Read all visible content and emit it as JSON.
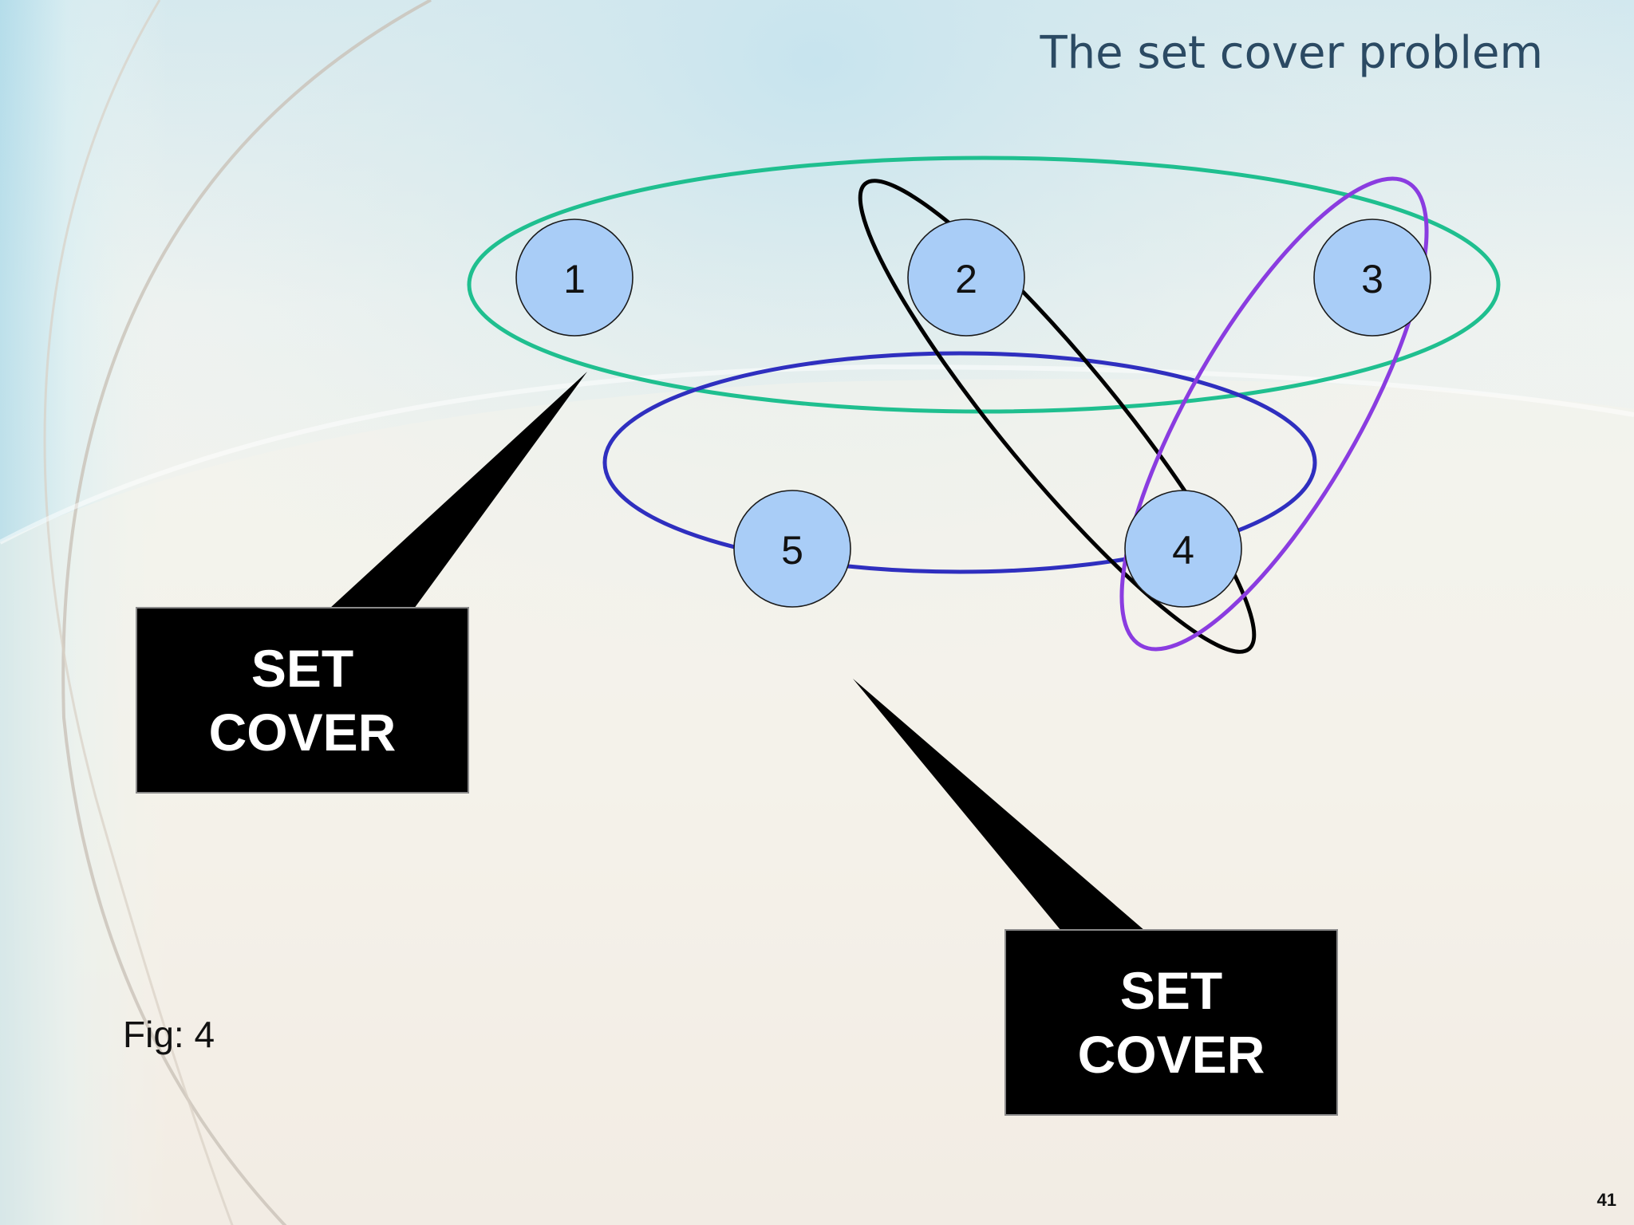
{
  "slide": {
    "title": "The set cover problem",
    "figure_label": "Fig: 4",
    "page_number": "41"
  },
  "diagram": {
    "nodes": [
      {
        "id": "1",
        "label": "1"
      },
      {
        "id": "2",
        "label": "2"
      },
      {
        "id": "3",
        "label": "3"
      },
      {
        "id": "4",
        "label": "4"
      },
      {
        "id": "5",
        "label": "5"
      }
    ],
    "sets": [
      {
        "name": "teal-set",
        "members": [
          "1",
          "2",
          "3"
        ],
        "color": "#1fbf8f"
      },
      {
        "name": "black-set",
        "members": [
          "2",
          "4"
        ],
        "color": "#000000"
      },
      {
        "name": "purple-set",
        "members": [
          "3",
          "4"
        ],
        "color": "#8a3ce0"
      },
      {
        "name": "blue-set",
        "members": [
          "5",
          "4"
        ],
        "color": "#2f2fbf"
      }
    ],
    "callouts": [
      {
        "label_line1": "SET",
        "label_line2": "COVER",
        "points_to": "teal-set"
      },
      {
        "label_line1": "SET",
        "label_line2": "COVER",
        "points_to": "blue-set"
      }
    ],
    "node_fill": "#a9cdf7"
  }
}
